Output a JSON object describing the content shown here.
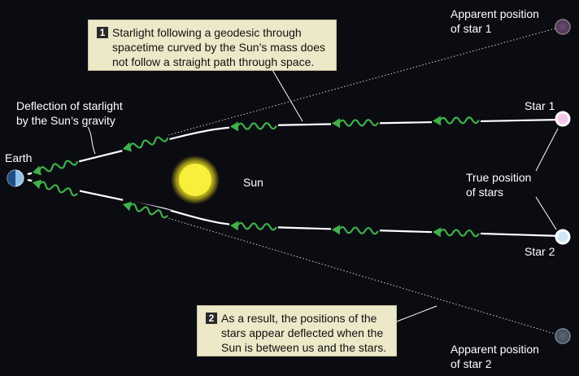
{
  "labels": {
    "apparent_star1": [
      "Apparent position",
      "of star 1"
    ],
    "star1": "Star 1",
    "deflection": [
      "Deflection of starlight",
      "by the Sun’s gravity"
    ],
    "earth": "Earth",
    "sun": "Sun",
    "true_position": [
      "True position",
      "of stars"
    ],
    "star2": "Star 2",
    "apparent_star2": [
      "Apparent position",
      "of star 2"
    ]
  },
  "callouts": [
    {
      "number": "1",
      "lines": [
        "Starlight following a geodesic through",
        "spacetime curved by the Sun’s mass does",
        "not follow a straight path through space."
      ]
    },
    {
      "number": "2",
      "lines": [
        "As a result, the positions of the",
        "stars appear deflected when the",
        "Sun is between us and the stars."
      ]
    }
  ],
  "colors": {
    "background": "#0b0c12",
    "light_path": "#ffffff",
    "wave": "#3fb04a",
    "sun": "#f6ec2e",
    "callout_bg": "#ece8c8",
    "star1": "#f3c6e8",
    "star2": "#cfe6f8"
  }
}
